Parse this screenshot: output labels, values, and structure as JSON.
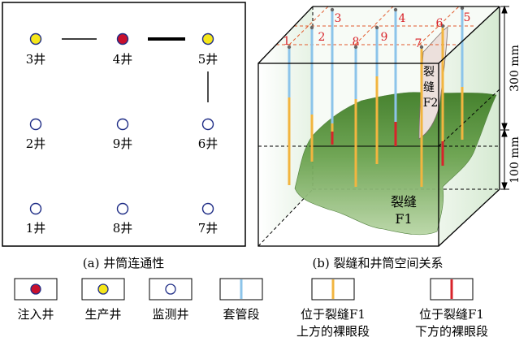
{
  "panel_a": {
    "caption": "(a) 井筒连通性",
    "wells": [
      {
        "id": "3",
        "label": "3井",
        "type": "production"
      },
      {
        "id": "4",
        "label": "4井",
        "type": "injection"
      },
      {
        "id": "5",
        "label": "5井",
        "type": "production"
      },
      {
        "id": "2",
        "label": "2井",
        "type": "monitor"
      },
      {
        "id": "9",
        "label": "9井",
        "type": "monitor"
      },
      {
        "id": "6",
        "label": "6井",
        "type": "monitor"
      },
      {
        "id": "1",
        "label": "1井",
        "type": "monitor"
      },
      {
        "id": "8",
        "label": "8井",
        "type": "monitor"
      },
      {
        "id": "7",
        "label": "7井",
        "type": "monitor"
      }
    ]
  },
  "panel_b": {
    "caption": "(b) 裂缝和井筒空间关系",
    "well_numbers": [
      "1",
      "2",
      "3",
      "4",
      "5",
      "6",
      "7",
      "8",
      "9"
    ],
    "fracture_f2": [
      "裂",
      "缝",
      "F2"
    ],
    "fracture_f1": [
      "裂缝",
      "F1"
    ],
    "dim_top": "300 mm",
    "dim_bottom": "100 mm"
  },
  "legend": {
    "injection": "注入井",
    "production": "生产井",
    "monitor": "监测井",
    "casing": "套管段",
    "above_line1": "位于裂缝F1",
    "above_line2": "上方的裸眼段",
    "below_line1": "位于裂缝F1",
    "below_line2": "下方的裸眼段"
  },
  "colors": {
    "injection_fill": "#c8102e",
    "production_fill": "#f5e61a",
    "monitor_stroke": "#1f2d86",
    "casing": "#8cc4ea",
    "open_above": "#f2b53f",
    "open_below": "#d8232a",
    "dashed_red": "#e25a2c"
  }
}
